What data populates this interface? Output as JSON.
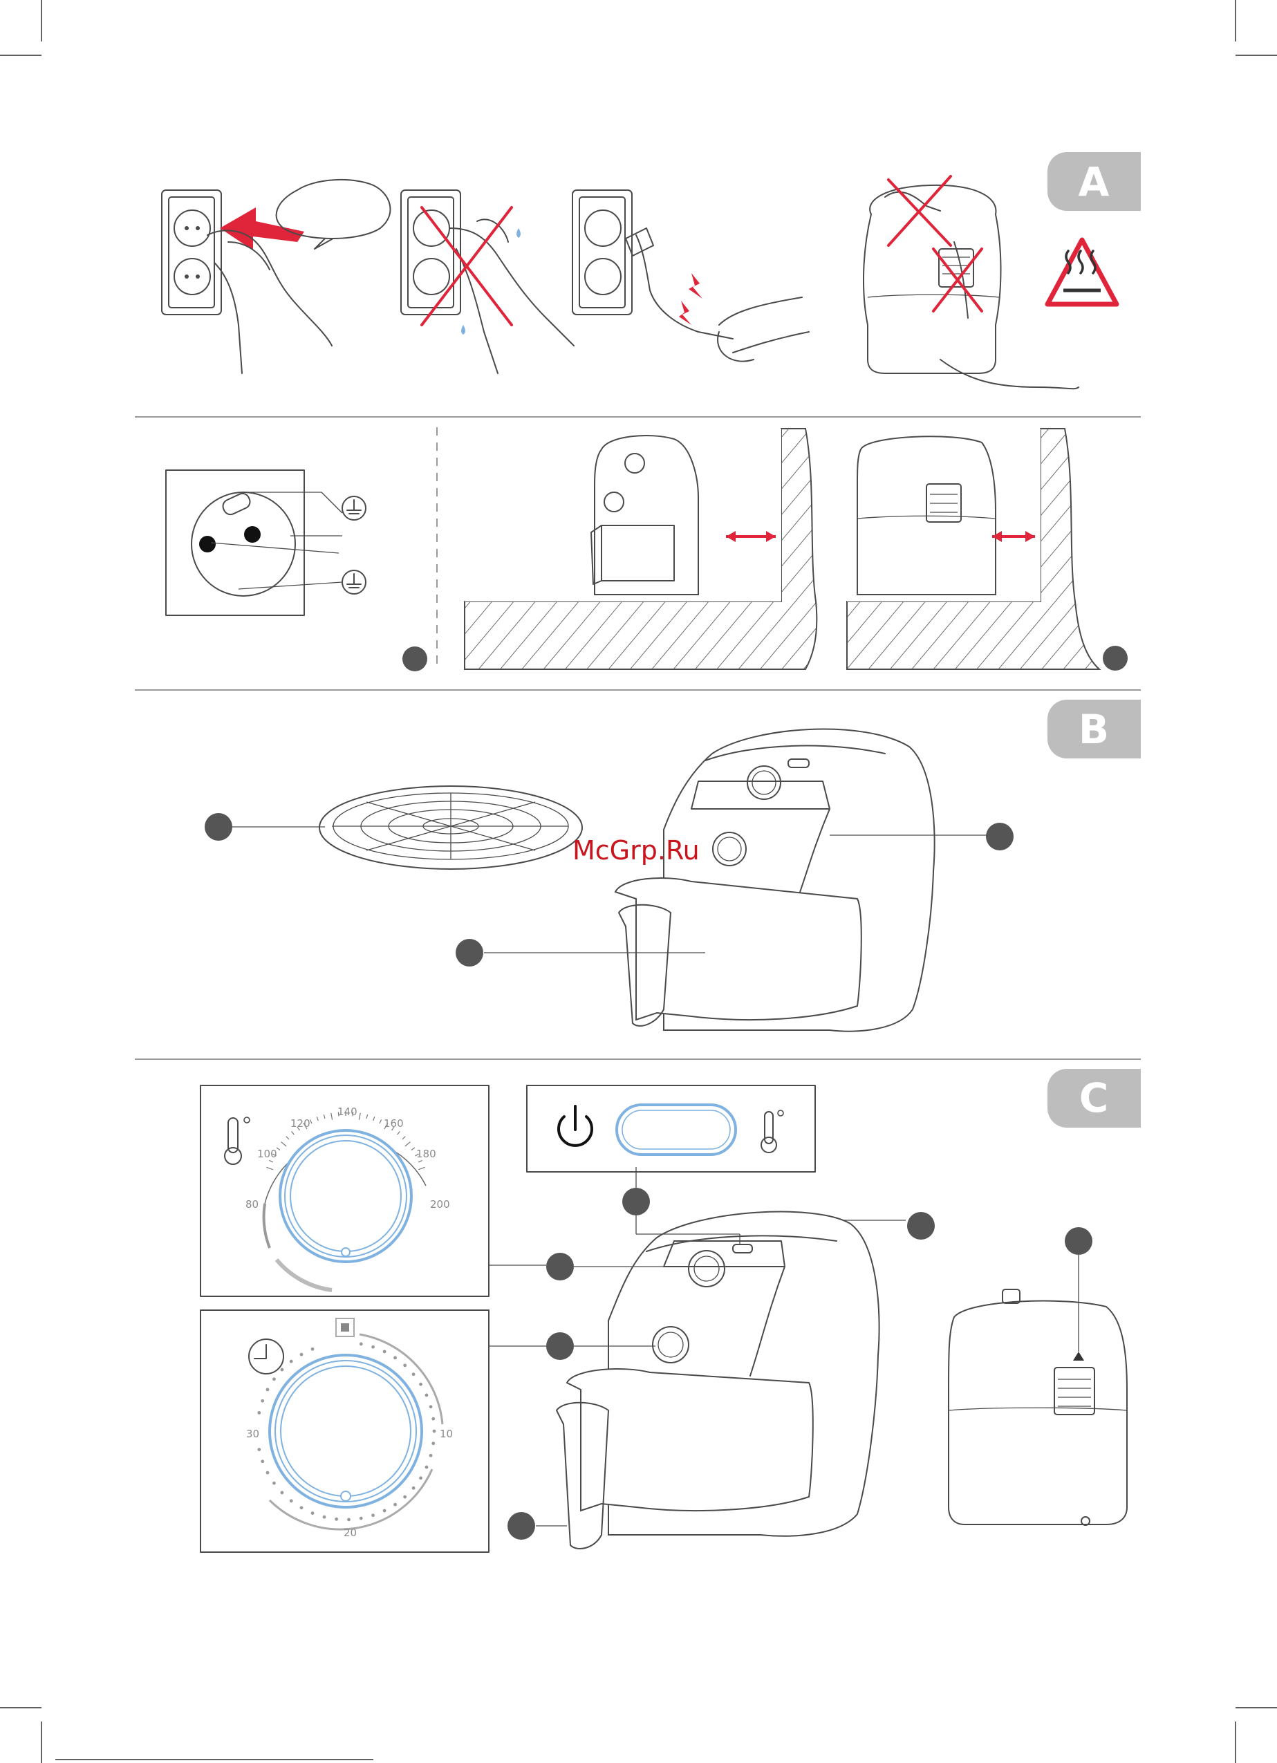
{
  "sections": {
    "a": {
      "label": "A"
    },
    "b": {
      "label": "B"
    },
    "c": {
      "label": "C"
    }
  },
  "watermark": "McGrp.Ru",
  "temperature_dial": {
    "scale_labels": [
      "80",
      "100",
      "120",
      "140",
      "160",
      "180",
      "200"
    ]
  },
  "timer_dial": {
    "scale_labels": [
      "10",
      "20",
      "30"
    ]
  },
  "control_panel": {
    "icons": [
      "power-icon",
      "indicator-light-icon",
      "thermometer-icon"
    ]
  },
  "icons": [
    "hot-surface-warning-icon",
    "thermometer-icon",
    "clock-icon",
    "power-icon",
    "earth-ground-icon"
  ],
  "colors": {
    "section_tab": "#bdbdbd",
    "prohibition_mark": "#e0243a",
    "dial_highlight": "#7fb2e0",
    "callout_dot": "#555555"
  }
}
